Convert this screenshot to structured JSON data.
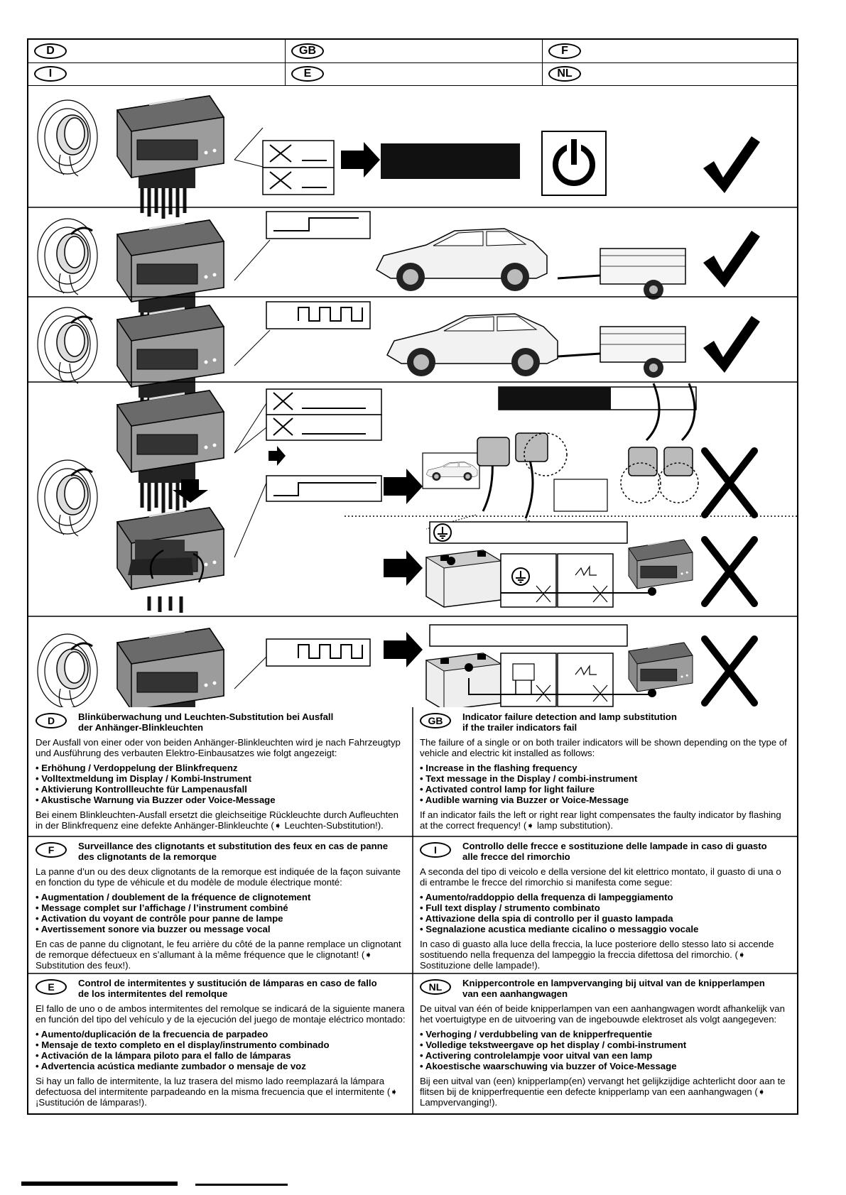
{
  "languages": [
    "D",
    "GB",
    "F",
    "I",
    "E",
    "NL"
  ],
  "sections": [
    {
      "code": "D",
      "title_lines": [
        "Blinküberwachung und Leuchten-Substitution bei Ausfall",
        "der Anhänger-Blinkleuchten"
      ],
      "intro": "Der Ausfall von einer oder von beiden Anhänger-Blinkleuchten wird je nach Fahrzeugtyp und Ausführung des verbauten Elektro-Einbausatzes wie folgt angezeigt:",
      "bullets": [
        "Erhöhung / Verdoppelung der Blinkfrequenz",
        "Volltextmeldung im Display / Kombi-Instrument",
        "Aktivierung Kontrollleuchte für Lampenausfall",
        "Akustische Warnung via Buzzer oder Voice-Message"
      ],
      "footer": "Bei einem Blinkleuchten-Ausfall ersetzt die gleichseitige Rückleuchte durch Aufleuchten in der Blinkfrequenz eine defekte Anhänger-Blinkleuchte (➧ Leuchten-Substitution!)."
    },
    {
      "code": "GB",
      "title_lines": [
        "Indicator failure detection and lamp substitution",
        "if the trailer indicators fail"
      ],
      "intro": "The failure of a single or on both trailer indicators will be shown depending on the type of vehicle and electric kit installed as follows:",
      "bullets": [
        "Increase in the flashing frequency",
        "Text message in the Display / combi-instrument",
        "Activated control lamp for light failure",
        "Audible warning via Buzzer or Voice-Message"
      ],
      "footer": "If an indicator fails the left or right rear light compensates the faulty indicator by flashing at the correct frequency! (➧ lamp substitution)."
    },
    {
      "code": "F",
      "title_lines": [
        "Surveillance des clignotants et substitution des feux en cas de panne",
        "des clignotants de la remorque"
      ],
      "intro": "La panne d’un ou des deux clignotants de la remorque est indiquée de la façon suivante en fonction du type de véhicule et du modèle de module électrique monté:",
      "bullets": [
        "Augmentation / doublement de la fréquence de clignotement",
        "Message complet sur l’affichage / l’instrument combiné",
        "Activation du voyant de contrôle pour panne de lampe",
        "Avertissement sonore via buzzer ou message vocal"
      ],
      "footer": "En cas de panne du clignotant, le feu arrière du côté de la panne remplace un clignotant de remorque défectueux en s’allumant à la même fréquence que le clignotant! (➧ Substitution des feux!)."
    },
    {
      "code": "I",
      "title_lines": [
        "Controllo delle frecce e sostituzione delle lampade in caso di guasto",
        "alle frecce del rimorchio"
      ],
      "intro": "A seconda del tipo di veicolo e della versione del kit elettrico montato, il guasto di una o di entrambe le frecce del rimorchio si manifesta come segue:",
      "bullets": [
        "Aumento/raddoppio della frequenza di lampeggiamento",
        "Full text display / strumento combinato",
        "Attivazione della spia di controllo per il guasto lampada",
        "Segnalazione acustica mediante cicalino o messaggio vocale"
      ],
      "footer": "In caso di guasto alla luce della freccia, la luce posteriore dello stesso lato si accende sostituendo nella frequenza del lampeggio la freccia difettosa del rimorchio. (➧ Sostituzione delle lampade!)."
    },
    {
      "code": "E",
      "title_lines": [
        "Control de intermitentes y sustitución de lámparas en caso de fallo",
        "de los intermitentes del remolque"
      ],
      "intro": "El fallo de uno o de ambos intermitentes del remolque se indicará de la siguiente manera en función del tipo del vehículo y de la ejecución del juego de montaje eléctrico montado:",
      "bullets": [
        "Aumento/duplicación de la frecuencia de parpadeo",
        "Mensaje de texto completo en el display/instrumento combinado",
        "Activación de la lámpara piloto para el fallo de lámparas",
        "Advertencia acústica mediante zumbador o mensaje de voz"
      ],
      "footer": "Si hay un fallo de intermitente, la luz trasera del mismo lado reemplazará la lámpara defectuosa del intermitente parpadeando en la misma frecuencia que el intermitente (➧ ¡Sustitución de lámparas!)."
    },
    {
      "code": "NL",
      "title_lines": [
        "Knippercontrole en lampvervanging bij uitval van de knipperlampen",
        "van een aanhangwagen"
      ],
      "intro": "De uitval van één of beide knipperlampen van een aanhangwagen wordt afhankelijk van het voertuigtype en de uitvoering van de ingebouwde elektroset als volgt aangegeven:",
      "bullets": [
        "Verhoging / verdubbeling van de knipperfrequentie",
        "Volledige tekstweergave op het display / combi-instrument",
        "Activering controlelampje voor uitval van een lamp",
        "Akoestische waarschuwing via buzzer of Voice-Message"
      ],
      "footer": "Bij een uitval van (een) knipperlamp(en) vervangt het gelijkzijdige achterlicht door aan te flitsen bij de knipperfrequentie een defecte knipperlamp van een aanhangwagen (➧ Lampvervanging!)."
    }
  ]
}
